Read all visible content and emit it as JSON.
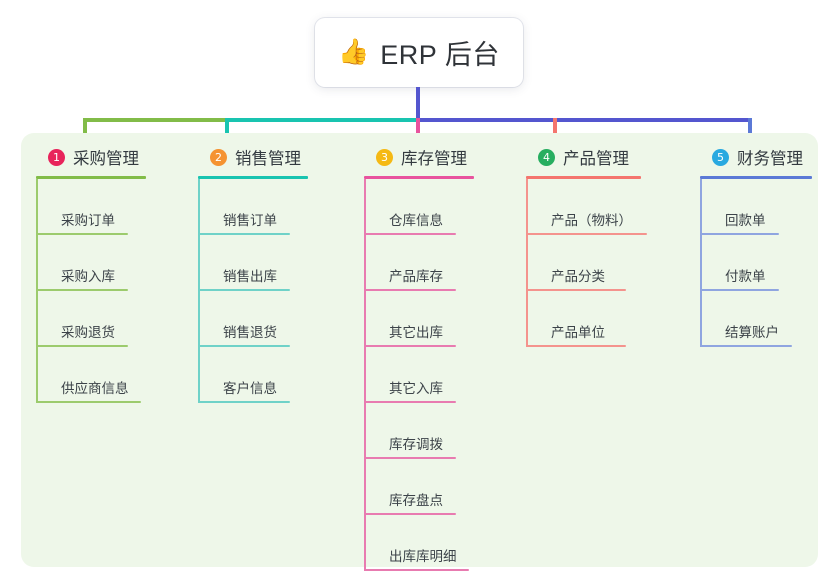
{
  "diagram": {
    "type": "mind-map",
    "root": {
      "icon": "thumbs-up-icon",
      "emoji": "👍",
      "title": "ERP 后台"
    },
    "colors": {
      "panel_background": "#eef7e9",
      "page_background": "#ffffff",
      "trunk": "#5456cf",
      "connector_green": "#82bc48",
      "connector_teal": "#19c4b0",
      "connector_purple": "#5456cf",
      "branch_pink": "#e8539e",
      "branch_red": "#f4756e",
      "branch_blue": "#5b79d6"
    },
    "columns": [
      {
        "number": "1",
        "title": "采购管理",
        "badge_color": "#e8245b",
        "rule_color": "#82bc48",
        "line_color": "#9ccb6d",
        "drop_color": "#82bc48",
        "items": [
          "采购订单",
          "采购入库",
          "采购退货",
          "供应商信息"
        ]
      },
      {
        "number": "2",
        "title": "销售管理",
        "badge_color": "#f59331",
        "rule_color": "#19c4b0",
        "line_color": "#6fd2c8",
        "drop_color": "#19c4b0",
        "items": [
          "销售订单",
          "销售出库",
          "销售退货",
          "客户信息"
        ]
      },
      {
        "number": "3",
        "title": "库存管理",
        "badge_color": "#f5b914",
        "rule_color": "#e8539e",
        "line_color": "#e87bb0",
        "drop_color": "#e8539e",
        "items": [
          "仓库信息",
          "产品库存",
          "其它出库",
          "其它入库",
          "库存调拨",
          "库存盘点",
          "出库库明细"
        ]
      },
      {
        "number": "4",
        "title": "产品管理",
        "badge_color": "#27ae60",
        "rule_color": "#f4756e",
        "line_color": "#f4938d",
        "drop_color": "#f4756e",
        "items": [
          "产品（物料）",
          "产品分类",
          "产品单位"
        ]
      },
      {
        "number": "5",
        "title": "财务管理",
        "badge_color": "#29a9e0",
        "rule_color": "#5b79d6",
        "line_color": "#8fa5e0",
        "drop_color": "#5b79d6",
        "items": [
          "回款单",
          "付款单",
          "结算账户"
        ]
      }
    ]
  }
}
